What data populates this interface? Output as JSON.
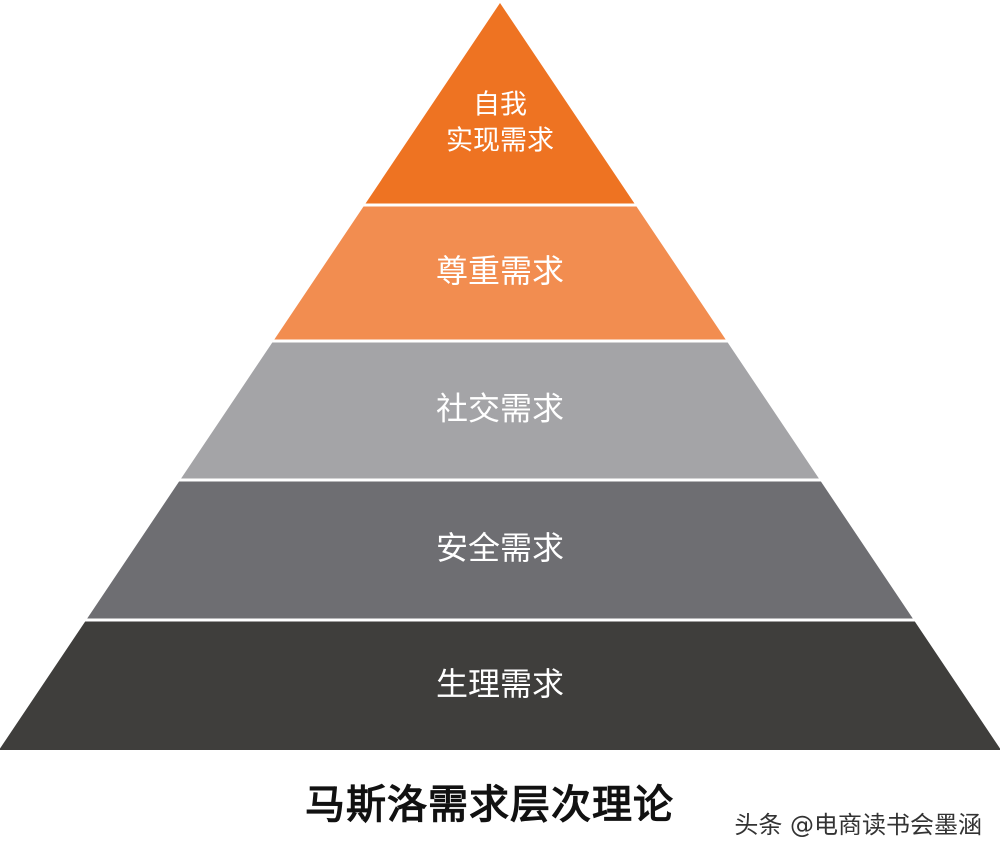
{
  "pyramid": {
    "tiers": [
      {
        "lines": [
          "自我",
          "实现需求"
        ],
        "color": "#ee7322"
      },
      {
        "lines": [
          "尊重需求"
        ],
        "color": "#f28d50"
      },
      {
        "lines": [
          "社交需求"
        ],
        "color": "#a4a4a7"
      },
      {
        "lines": [
          "安全需求"
        ],
        "color": "#6e6e72"
      },
      {
        "lines": [
          "生理需求"
        ],
        "color": "#3f3e3c"
      }
    ]
  },
  "caption": "马斯洛需求层次理论",
  "watermark": "头条 @电商读书会墨涵"
}
